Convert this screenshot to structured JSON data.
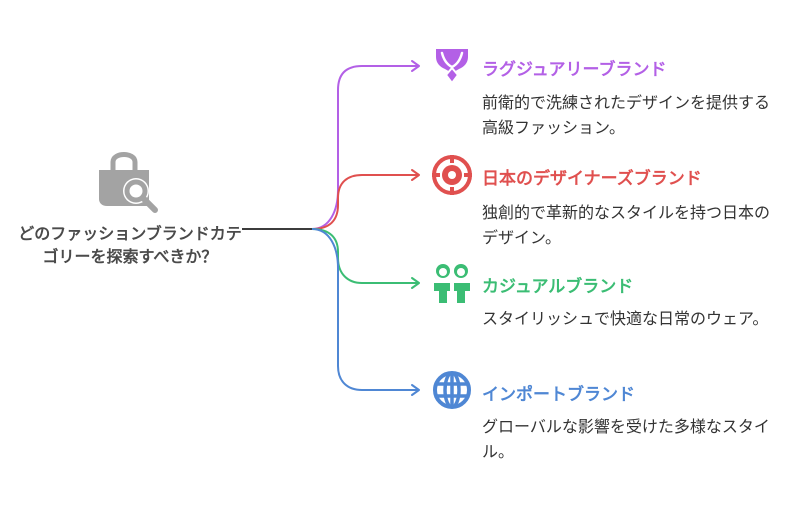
{
  "colors": {
    "center_icon": "#a3a3a3",
    "connector": "#3c3c3c",
    "text_dark": "#333333"
  },
  "center": {
    "icon": "shopping-bag-search-icon",
    "question": "どのファッションブランドカテゴリーを探索すべきか？"
  },
  "branches": [
    {
      "title": "ラグジュアリーブランド",
      "description": "前衛的で洗練されたデザインを提供する高級ファッション。",
      "color": "#b360e6",
      "icon": "diamond-necklace-icon"
    },
    {
      "title": "日本のデザイナーズブランド",
      "description": "独創的で革新的なスタイルを持つ日本のデザイン。",
      "color": "#e0504f",
      "icon": "target-emblem-icon"
    },
    {
      "title": "カジュアルブランド",
      "description": "スタイリッシュで快適な日常のウェア。",
      "color": "#3bbd74",
      "icon": "couple-people-icon"
    },
    {
      "title": "インポートブランド",
      "description": "グローバルな影響を受けた多様なスタイル。",
      "color": "#4f87d4",
      "icon": "globe-icon"
    }
  ]
}
